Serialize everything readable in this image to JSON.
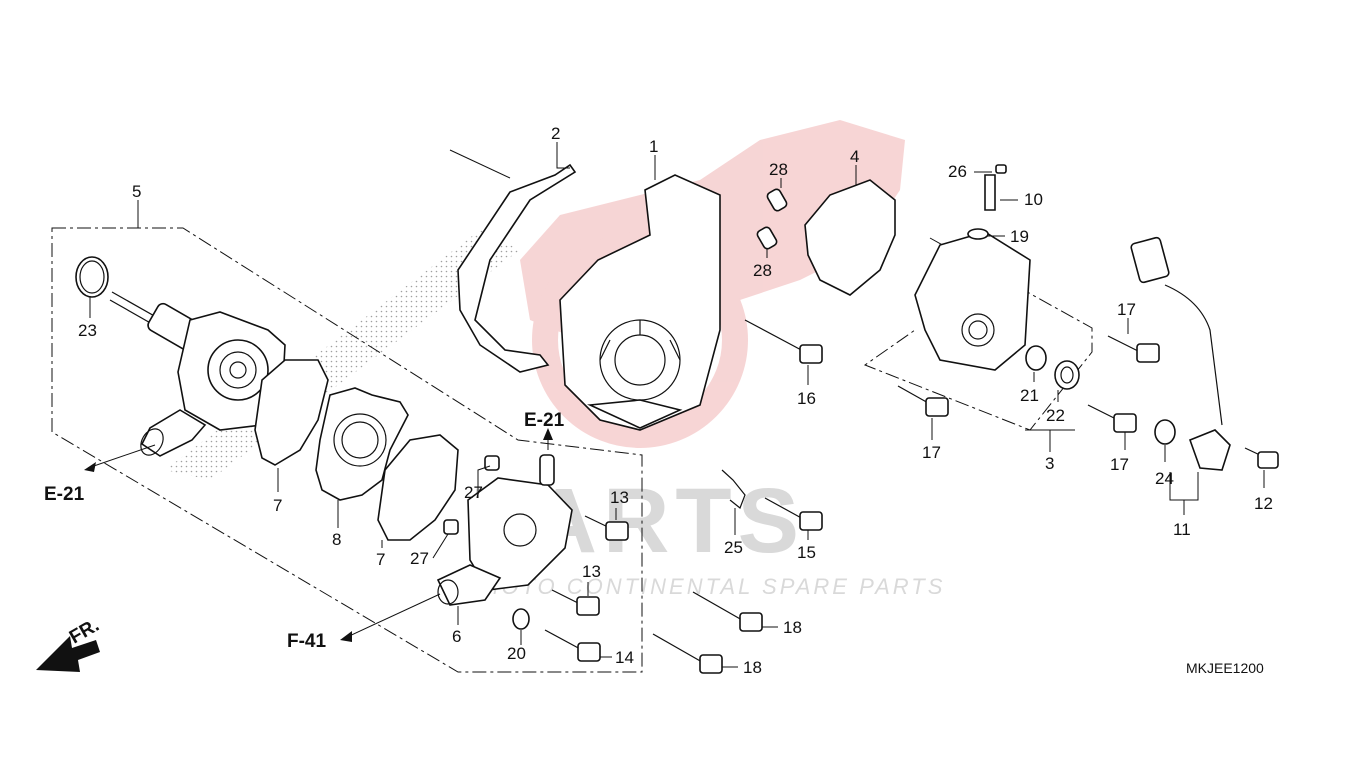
{
  "watermark": {
    "brand": "PARTS",
    "tagline": "MOTO CONTINENTAL SPARE PARTS"
  },
  "diagram_code": "MKJEE1200",
  "direction_label": "FR.",
  "refs": {
    "e21_left": "E-21",
    "e21_center": "E-21",
    "f41": "F-41"
  },
  "callouts": {
    "c1": "1",
    "c2": "2",
    "c3": "3",
    "c4": "4",
    "c5": "5",
    "c6": "6",
    "c7a": "7",
    "c7b": "7",
    "c8": "8",
    "c10": "10",
    "c11": "11",
    "c12": "12",
    "c13a": "13",
    "c13b": "13",
    "c14": "14",
    "c15": "15",
    "c16": "16",
    "c17a": "17",
    "c17b": "17",
    "c17c": "17",
    "c18a": "18",
    "c18b": "18",
    "c19": "19",
    "c20": "20",
    "c21": "21",
    "c22": "22",
    "c23": "23",
    "c24": "24",
    "c25": "25",
    "c26": "26",
    "c27a": "27",
    "c27b": "27",
    "c28a": "28",
    "c28b": "28"
  },
  "colors": {
    "line": "#111111",
    "watermark_red": "#f0b3b3",
    "watermark_gray": "#d9d9d9"
  }
}
